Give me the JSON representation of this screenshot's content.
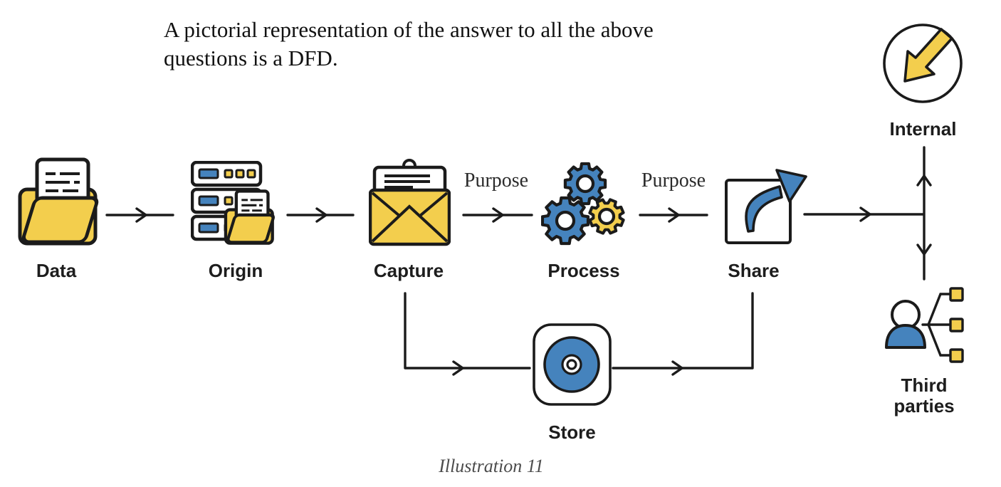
{
  "intro": {
    "line1": "A pictorial representation of the answer to all the above",
    "line2": "questions is a DFD."
  },
  "caption": "Illustration 11",
  "flow": {
    "nodes": [
      {
        "id": "data",
        "label": "Data",
        "icon": "folder-with-document-icon"
      },
      {
        "id": "origin",
        "label": "Origin",
        "icon": "server-stack-with-folder-icon"
      },
      {
        "id": "capture",
        "label": "Capture",
        "icon": "open-envelope-letter-icon"
      },
      {
        "id": "process",
        "label": "Process",
        "icon": "gears-icon"
      },
      {
        "id": "share",
        "label": "Share",
        "icon": "box-curved-arrow-icon"
      },
      {
        "id": "store",
        "label": "Store",
        "icon": "optical-disc-icon"
      },
      {
        "id": "internal",
        "label": "Internal",
        "icon": "circle-inward-arrow-icon"
      },
      {
        "id": "third_parties",
        "label": "Third parties",
        "icon": "person-hierarchy-icon"
      }
    ],
    "edges": [
      {
        "from": "data",
        "to": "origin",
        "label": ""
      },
      {
        "from": "origin",
        "to": "capture",
        "label": ""
      },
      {
        "from": "capture",
        "to": "process",
        "label": "Purpose"
      },
      {
        "from": "process",
        "to": "share",
        "label": "Purpose"
      },
      {
        "from": "share",
        "to": "internal",
        "label": ""
      },
      {
        "from": "share",
        "to": "third_parties",
        "label": ""
      },
      {
        "from": "capture",
        "to": "store",
        "label": ""
      },
      {
        "from": "store",
        "to": "share",
        "label": ""
      }
    ]
  },
  "colors": {
    "yellow": "#F3CE4D",
    "blue": "#4583BD",
    "ink": "#1B1B1B",
    "text": "#1D1D1D",
    "caption": "#4C4C4C"
  }
}
